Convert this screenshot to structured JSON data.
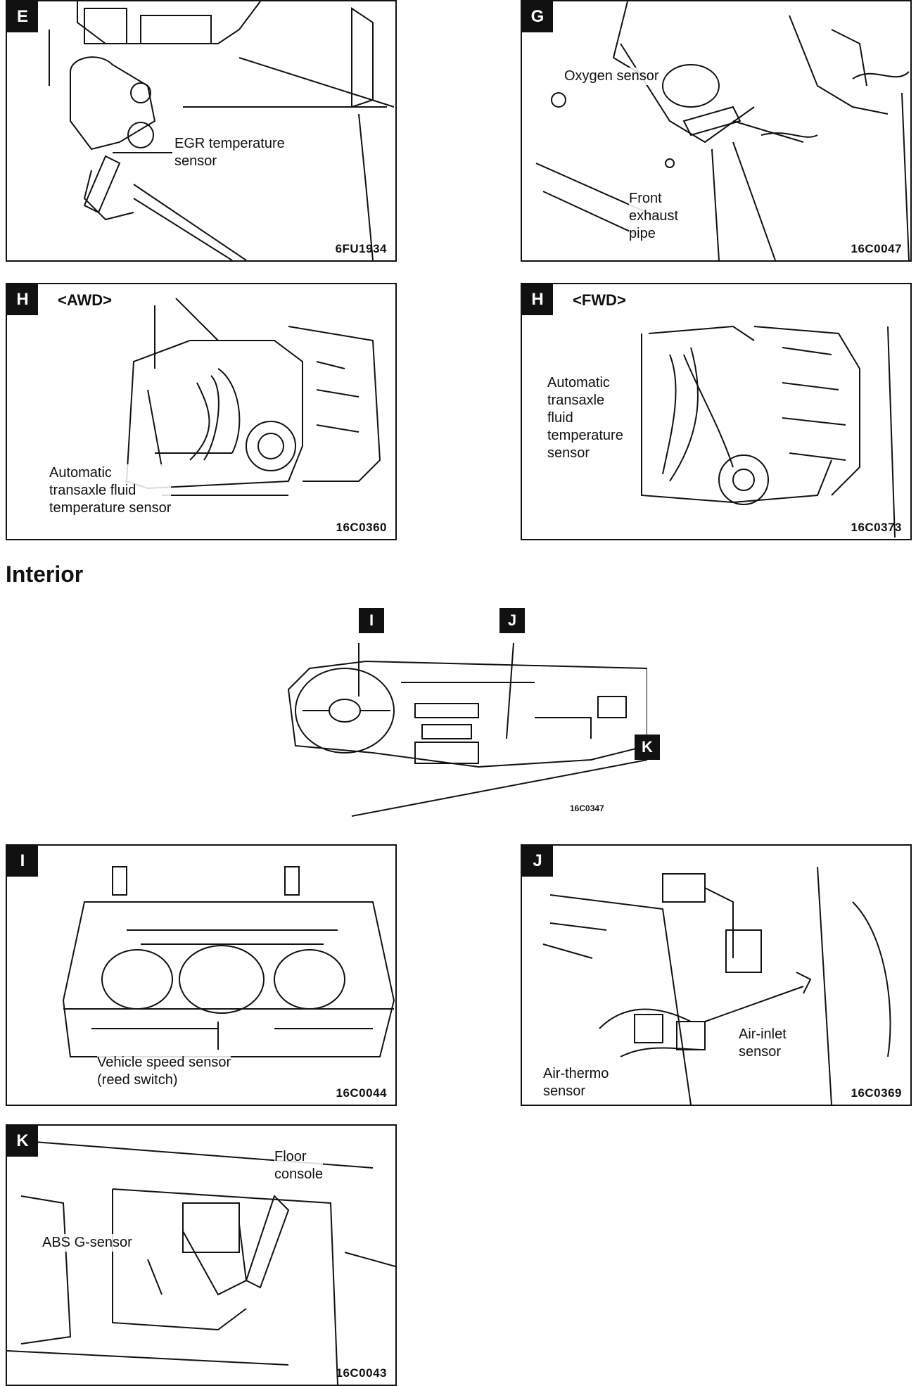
{
  "panels": {
    "E": {
      "badge": "E",
      "code": "6FU1934",
      "label": "EGR temperature\nsensor"
    },
    "G": {
      "badge": "G",
      "code": "16C0047",
      "label_oxygen": "Oxygen sensor",
      "label_pipe": "Front\nexhaust\npipe"
    },
    "H_awd": {
      "badge": "H",
      "variant": "<AWD>",
      "code": "16C0360",
      "label": "Automatic\ntransaxle fluid\ntemperature sensor"
    },
    "H_fwd": {
      "badge": "H",
      "variant": "<FWD>",
      "code": "16C0373",
      "label": "Automatic\ntransaxle\nfluid\ntemperature\nsensor"
    },
    "I": {
      "badge": "I",
      "code": "16C0044",
      "label": "Vehicle speed sensor\n(reed switch)"
    },
    "J": {
      "badge": "J",
      "code": "16C0369",
      "label_thermo": "Air-thermo\nsensor",
      "label_inlet": "Air-inlet\nsensor"
    },
    "K": {
      "badge": "K",
      "code": "16C0043",
      "label_console": "Floor\nconsole",
      "label_abs": "ABS G-sensor"
    }
  },
  "section_heading": "Interior",
  "overview": {
    "badges": [
      "I",
      "J",
      "K"
    ],
    "code": "16C0347"
  }
}
